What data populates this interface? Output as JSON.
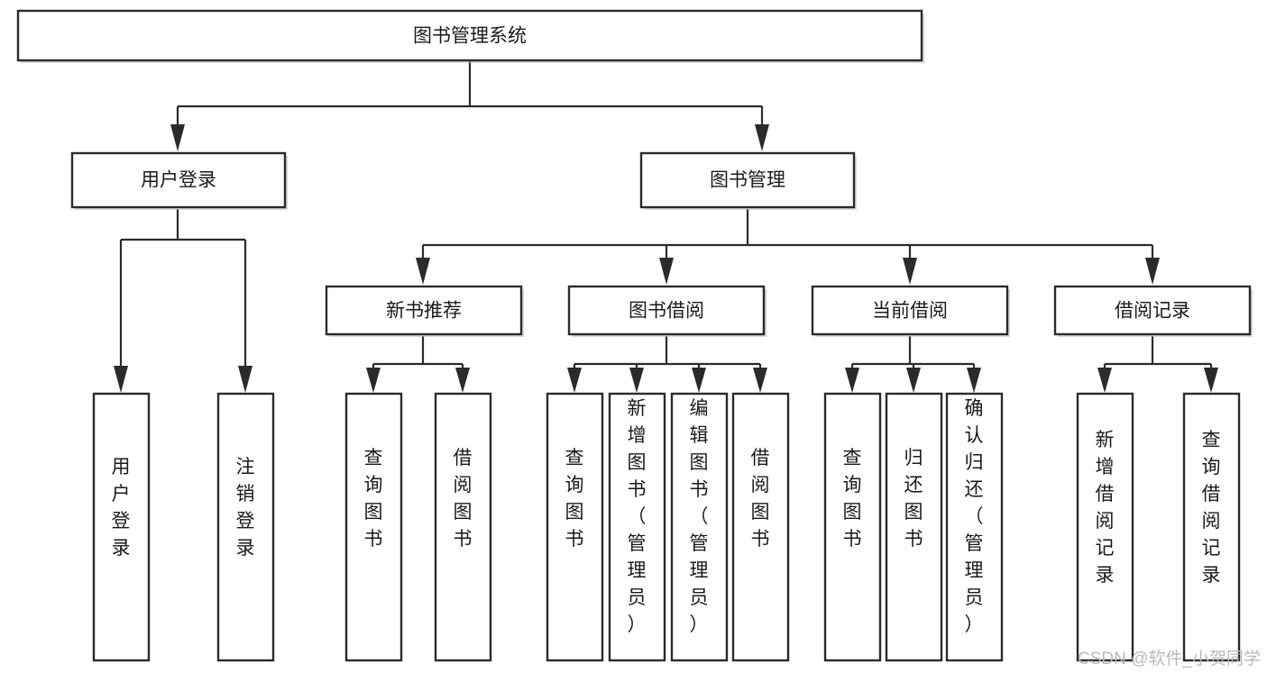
{
  "diagram": {
    "title": "图书管理系统",
    "type": "tree",
    "orientation": "top-down",
    "colors": {
      "box_stroke": "#2b2b2b",
      "box_fill": "#ffffff",
      "connector": "#2b2b2b",
      "text": "#1a1a1a",
      "background": "#ffffff",
      "watermark": "#b9b9b9"
    },
    "root": {
      "label": "图书管理系统"
    },
    "level2": [
      {
        "label": "用户登录"
      },
      {
        "label": "图书管理"
      }
    ],
    "level3": [
      {
        "label": "新书推荐"
      },
      {
        "label": "图书借阅"
      },
      {
        "label": "当前借阅"
      },
      {
        "label": "借阅记录"
      }
    ],
    "leaves": {
      "user_login": [
        {
          "label": "用户登录"
        },
        {
          "label": "注销登录"
        }
      ],
      "new_book_recommend": [
        {
          "label": "查询图书"
        },
        {
          "label": "借阅图书"
        }
      ],
      "book_borrow": [
        {
          "label": "查询图书"
        },
        {
          "label": "新增图书（管理员）"
        },
        {
          "label": "编辑图书（管理员）"
        },
        {
          "label": "借阅图书"
        }
      ],
      "current_borrow": [
        {
          "label": "查询图书"
        },
        {
          "label": "归还图书"
        },
        {
          "label": "确认归还（管理员）"
        }
      ],
      "borrow_record": [
        {
          "label": "新增借阅记录"
        },
        {
          "label": "查询借阅记录"
        }
      ]
    }
  },
  "watermark": {
    "text": "CSDN @软件_小贺同学"
  }
}
